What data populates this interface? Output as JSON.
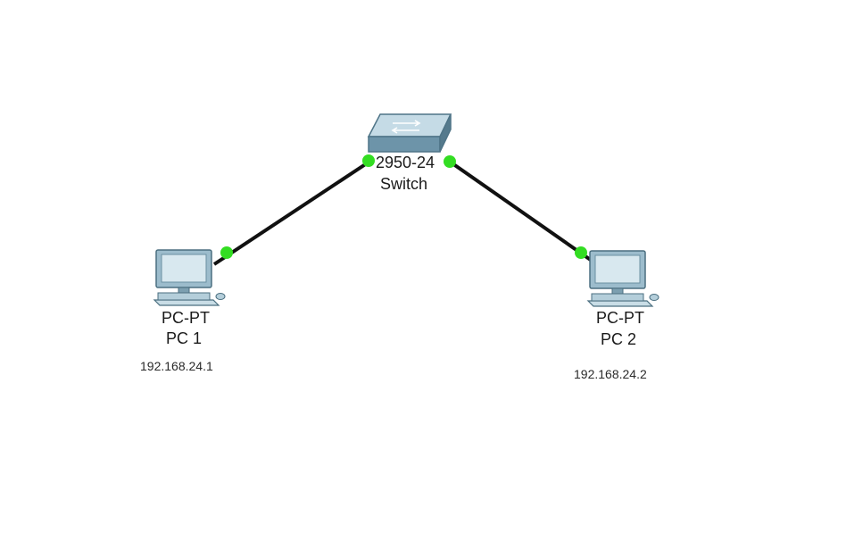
{
  "switch": {
    "model": "2950-24",
    "name": "Switch",
    "icon": "switch-icon"
  },
  "pcs": [
    {
      "type": "PC-PT",
      "name": "PC 1",
      "ip": "192.168.24.1",
      "icon": "pc-icon"
    },
    {
      "type": "PC-PT",
      "name": "PC 2",
      "ip": "192.168.24.2",
      "icon": "pc-icon"
    }
  ],
  "links": [
    {
      "from": "PC 1",
      "to": "Switch",
      "status": "up"
    },
    {
      "from": "PC 2",
      "to": "Switch",
      "status": "up"
    }
  ],
  "colors": {
    "link": "#111111",
    "link_up_dot": "#33dd22",
    "switch_body": "#6f97ad",
    "pc_body": "#a9c4d2"
  }
}
